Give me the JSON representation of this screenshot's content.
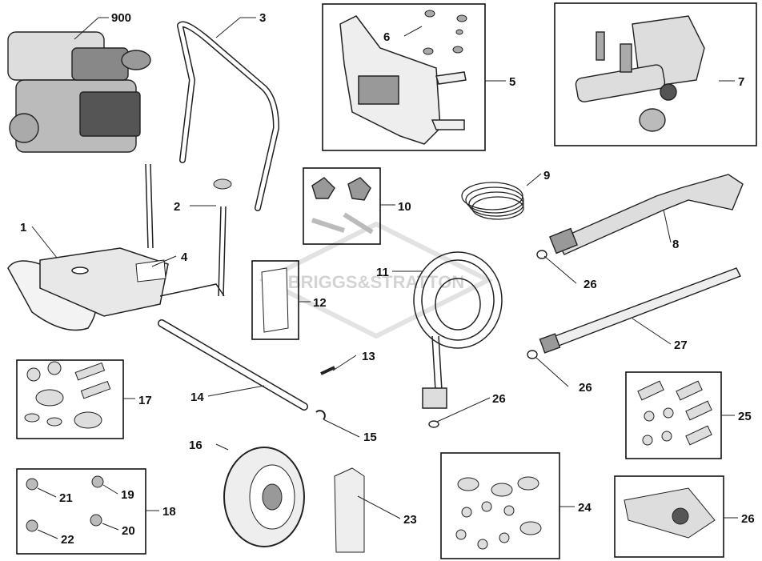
{
  "watermark": "BRIGGS&STRATTON",
  "callouts": [
    {
      "id": "engine",
      "label": "900"
    },
    {
      "id": "handle",
      "label": "3"
    },
    {
      "id": "control-panel-box",
      "label": "5"
    },
    {
      "id": "control-panel-screws",
      "label": "6"
    },
    {
      "id": "pump-box",
      "label": "7"
    },
    {
      "id": "gun",
      "label": "8"
    },
    {
      "id": "hose-small",
      "label": "9"
    },
    {
      "id": "knob-kit-box",
      "label": "10"
    },
    {
      "id": "hose",
      "label": "11"
    },
    {
      "id": "decal-box",
      "label": "12"
    },
    {
      "id": "pin",
      "label": "13"
    },
    {
      "id": "axle",
      "label": "14"
    },
    {
      "id": "clip",
      "label": "15"
    },
    {
      "id": "wheel",
      "label": "16"
    },
    {
      "id": "mount-kit-box",
      "label": "17"
    },
    {
      "id": "valve-kit-box",
      "label": "18"
    },
    {
      "id": "valve-19",
      "label": "19"
    },
    {
      "id": "valve-20",
      "label": "20"
    },
    {
      "id": "valve-21",
      "label": "21"
    },
    {
      "id": "valve-22",
      "label": "22"
    },
    {
      "id": "grease-bottle",
      "label": "23"
    },
    {
      "id": "isolator-kit-box",
      "label": "24"
    },
    {
      "id": "screw-kit-box",
      "label": "25"
    },
    {
      "id": "bracket-box",
      "label": "26"
    },
    {
      "id": "oring-gun",
      "label": "26"
    },
    {
      "id": "oring-wand",
      "label": "26"
    },
    {
      "id": "oring-hose",
      "label": "26"
    },
    {
      "id": "wand",
      "label": "27"
    },
    {
      "id": "frame",
      "label": "1"
    },
    {
      "id": "cap",
      "label": "2"
    },
    {
      "id": "label-plate",
      "label": "4"
    }
  ]
}
